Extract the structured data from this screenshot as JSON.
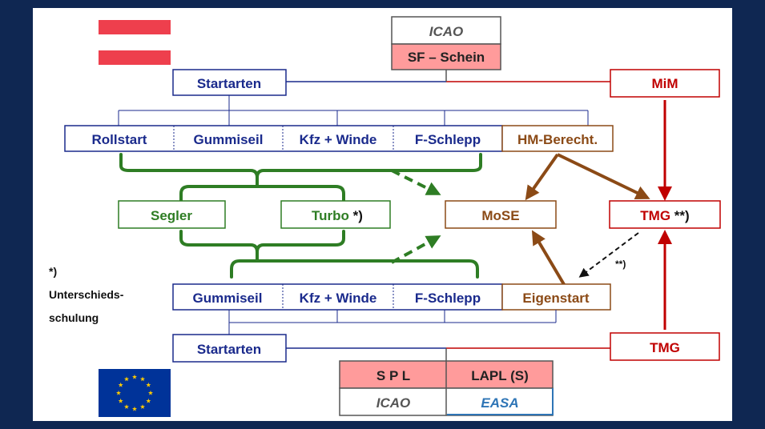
{
  "colors": {
    "navy": "#1a2a8c",
    "red": "#c00000",
    "green": "#2e7d24",
    "brown": "#8b4a16",
    "salmon": "#ff9b9b",
    "easa_blue": "#2e75b6",
    "grey_text": "#555555",
    "austria_red": "#ee3f4d",
    "eu_blue": "#003399",
    "eu_star": "#ffcc00"
  },
  "icons": {
    "austria_flag": "austria-flag-icon",
    "eu_flag": "eu-flag-icon"
  },
  "top_licence": {
    "icao": "ICAO",
    "name": "SF – Schein"
  },
  "startarten_top": "Startarten",
  "top_methods": [
    "Rollstart",
    "Gummiseil",
    "Kfz + Winde",
    "F-Schlepp"
  ],
  "hm_berecht": "HM-Berecht.",
  "mim": "MiM",
  "segler": "Segler",
  "turbo": {
    "label": "Turbo",
    "mark": "*)"
  },
  "mose": "MoSE",
  "tmg_mid": {
    "label": "TMG",
    "mark": "**)"
  },
  "dashed_note": "**)",
  "footnote": {
    "mark": "*)",
    "line1": "Unterschieds-",
    "line2": "schulung"
  },
  "bottom_methods": [
    "Gummiseil",
    "Kfz + Winde",
    "F-Schlepp"
  ],
  "eigenstart": "Eigenstart",
  "startarten_bottom": "Startarten",
  "tmg_bottom": "TMG",
  "bottom_licence": {
    "spl": "S P L",
    "lapl": "LAPL (S)",
    "icao": "ICAO",
    "easa": "EASA"
  }
}
